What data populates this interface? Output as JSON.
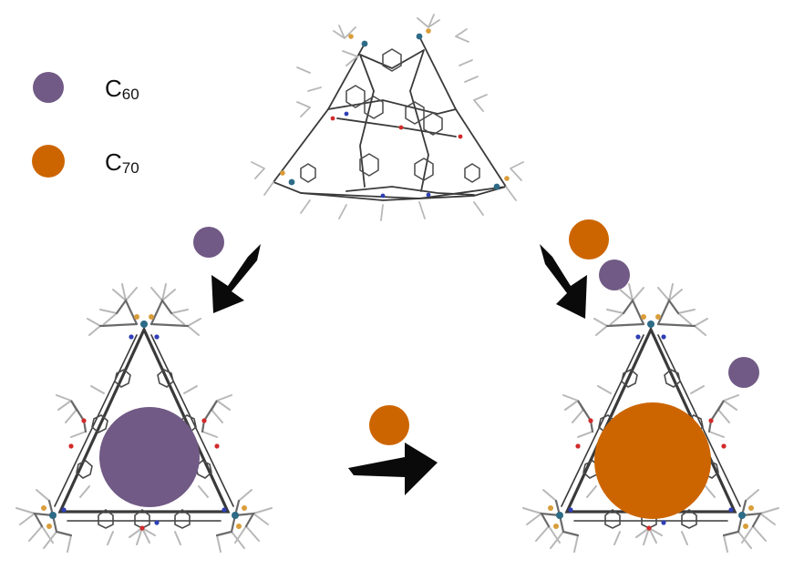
{
  "colors": {
    "c60": "#715a85",
    "c70": "#cc6500",
    "arrow": "#0a0a0a",
    "bond": "#3a3a3a",
    "hydrogen": "#b8b8b8",
    "platinum": "#2d6b86",
    "phosphorus": "#d99d3a",
    "oxygen": "#d12a2a",
    "nitrogen": "#2e3fb5"
  },
  "legend": {
    "items": [
      {
        "label": "C",
        "sub": "60",
        "color_key": "c60"
      },
      {
        "label": "C",
        "sub": "70",
        "color_key": "c70"
      }
    ]
  },
  "scene": {
    "molecules": [
      "cage-side-view",
      "cage-with-c60",
      "cage-with-c70"
    ],
    "guests": [
      "c60",
      "c70"
    ]
  }
}
